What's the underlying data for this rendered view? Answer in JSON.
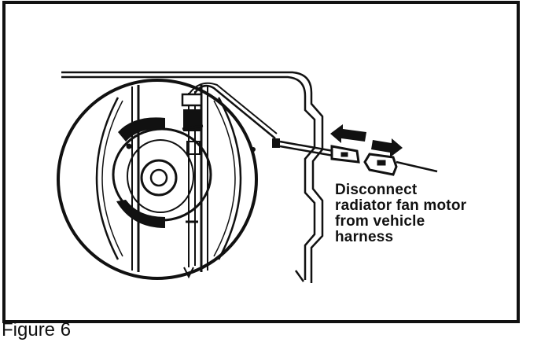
{
  "callout": {
    "lines": [
      "Disconnect",
      "radiator fan motor",
      "from vehicle",
      "harness"
    ]
  },
  "caption": "Figure 6",
  "colors": {
    "ink": "#111111",
    "paper": "#ffffff"
  },
  "icons": [
    "double-arrow-icon"
  ]
}
